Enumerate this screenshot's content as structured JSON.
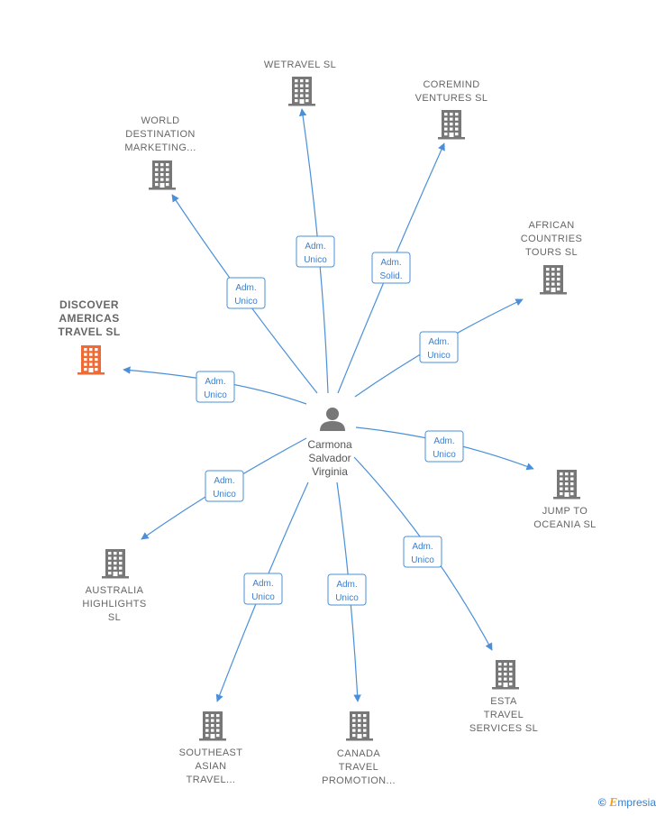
{
  "person": {
    "name_lines": [
      "Carmona",
      "Salvador",
      "Virginia"
    ]
  },
  "colors": {
    "edge": "#4a90d9",
    "company": "#777777",
    "highlight": "#f06a35",
    "person": "#777777"
  },
  "footer": {
    "copyright": "©",
    "brand_initial": "E",
    "brand_rest": "mpresia"
  },
  "companies": [
    {
      "id": "wetravel",
      "lines": [
        "WETRAVEL  SL"
      ],
      "highlight": false,
      "role": [
        "Adm.",
        "Unico"
      ]
    },
    {
      "id": "coremind",
      "lines": [
        "COREMIND",
        "VENTURES  SL"
      ],
      "highlight": false,
      "role": [
        "Adm.",
        "Solid."
      ]
    },
    {
      "id": "world",
      "lines": [
        "WORLD",
        "DESTINATION",
        "MARKETING..."
      ],
      "highlight": false,
      "role": [
        "Adm.",
        "Unico"
      ]
    },
    {
      "id": "african",
      "lines": [
        "AFRICAN",
        "COUNTRIES",
        "TOURS  SL"
      ],
      "highlight": false,
      "role": [
        "Adm.",
        "Unico"
      ]
    },
    {
      "id": "discover",
      "lines": [
        "DISCOVER",
        "AMERICAS",
        "TRAVEL  SL"
      ],
      "highlight": true,
      "role": [
        "Adm.",
        "Unico"
      ]
    },
    {
      "id": "jump",
      "lines": [
        "JUMP TO",
        "OCEANIA  SL"
      ],
      "highlight": false,
      "role": [
        "Adm.",
        "Unico"
      ]
    },
    {
      "id": "australia",
      "lines": [
        "AUSTRALIA",
        "HIGHLIGHTS",
        "SL"
      ],
      "highlight": false,
      "role": [
        "Adm.",
        "Unico"
      ]
    },
    {
      "id": "esta",
      "lines": [
        "ESTA",
        "TRAVEL",
        "SERVICES  SL"
      ],
      "highlight": false,
      "role": [
        "Adm.",
        "Unico"
      ]
    },
    {
      "id": "southeast",
      "lines": [
        "SOUTHEAST",
        "ASIAN",
        "TRAVEL..."
      ],
      "highlight": false,
      "role": [
        "Adm.",
        "Unico"
      ]
    },
    {
      "id": "canada",
      "lines": [
        "CANADA",
        "TRAVEL",
        "PROMOTION..."
      ],
      "highlight": false,
      "role": [
        "Adm.",
        "Unico"
      ]
    }
  ]
}
